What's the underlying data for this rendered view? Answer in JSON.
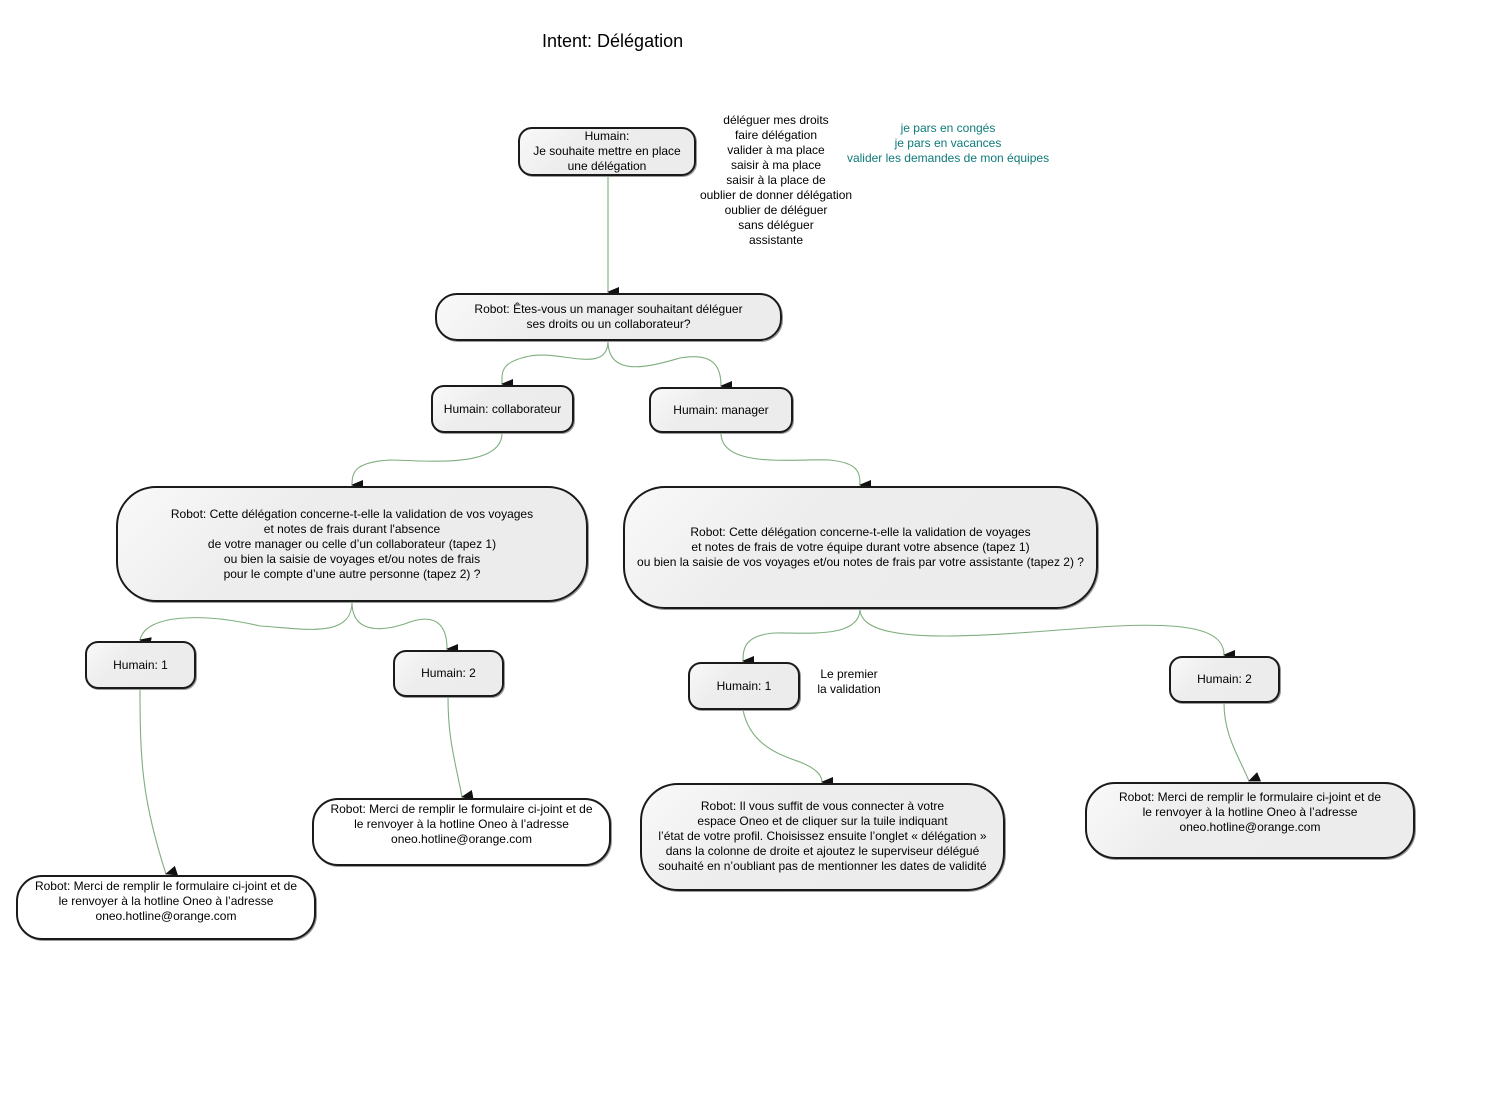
{
  "title": "Intent: Délégation",
  "notes": {
    "synonyms": "déléguer mes droits\nfaire délégation\nvalider à ma place\nsaisir à ma place\nsaisir à la place de\noublier de donner délégation\noublier de déléguer\nsans déléguer\nassistante",
    "examples": "je pars en congés\nje pars en vacances\nvalider les demandes de mon équipes",
    "first": "Le premier\nla validation"
  },
  "nodes": {
    "start": "Humain:\nJe souhaite mettre en place\nune délégation",
    "q1": "Robot: Êtes-vous un manager souhaitant déléguer\nses droits ou un collaborateur?",
    "collab": "Humain: collaborateur",
    "manager": "Humain: manager",
    "q_collab": "Robot: Cette délégation concerne-t-elle la validation de vos voyages\net notes de frais durant l'absence\nde votre manager ou celle d’un collaborateur (tapez 1)\nou bien la saisie de voyages et/ou notes de frais\npour le compte d’une autre personne (tapez 2) ?",
    "q_manager": "Robot: Cette délégation concerne-t-elle la validation de voyages\net notes de frais de votre équipe durant votre absence (tapez 1)\nou bien la saisie de vos voyages et/ou notes de frais par votre assistante (tapez 2) ?",
    "c1": "Humain: 1",
    "c2": "Humain: 2",
    "m1": "Humain: 1",
    "m2": "Humain: 2",
    "r_c1": "Robot: Merci de remplir le formulaire ci-joint et de\nle renvoyer à la hotline Oneo à l’adresse\noneo.hotline@orange.com",
    "r_c2": "Robot: Merci de remplir le formulaire ci-joint et de\nle renvoyer à la hotline Oneo à l’adresse\noneo.hotline@orange.com",
    "r_m1": "Robot: Il vous suffit de vous connecter à votre\nespace Oneo et de cliquer sur la tuile indiquant\nl’état de votre profil. Choisissez ensuite l’onglet « délégation »\ndans la colonne de droite et ajoutez le superviseur délégué\nsouhaité en n’oubliant pas de mentionner les dates de validité",
    "r_m2": "Robot: Merci de remplir le formulaire ci-joint et de\nle renvoyer à la hotline Oneo à l’adresse\noneo.hotline@orange.com"
  },
  "colors": {
    "edge": "#7fae7f",
    "arrowhead": "#111111",
    "teal_text": "#0f7a7a",
    "node_fill": "#efefef",
    "node_border": "#1a1a1a"
  }
}
